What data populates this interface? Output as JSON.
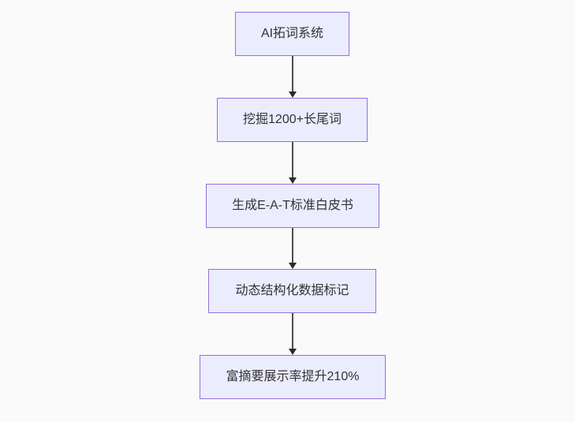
{
  "diagram": {
    "type": "flowchart",
    "direction": "top-down",
    "colors": {
      "background": "#fafafa",
      "node_fill": "#ececff",
      "node_border": "#9370db",
      "node_text": "#333333",
      "arrow_line": "#4d4d4d",
      "arrow_head": "#2b2b2b"
    },
    "nodes": [
      {
        "id": "n1",
        "label": "AI拓词系统"
      },
      {
        "id": "n2",
        "label": "挖掘1200+长尾词"
      },
      {
        "id": "n3",
        "label": "生成E-A-T标准白皮书"
      },
      {
        "id": "n4",
        "label": "动态结构化数据标记"
      },
      {
        "id": "n5",
        "label": "富摘要展示率提升210%"
      }
    ],
    "edges": [
      {
        "from": "n1",
        "to": "n2",
        "style": "arrow-down"
      },
      {
        "from": "n2",
        "to": "n3",
        "style": "arrow-down"
      },
      {
        "from": "n3",
        "to": "n4",
        "style": "arrow-down"
      },
      {
        "from": "n4",
        "to": "n5",
        "style": "arrow-down"
      }
    ]
  }
}
